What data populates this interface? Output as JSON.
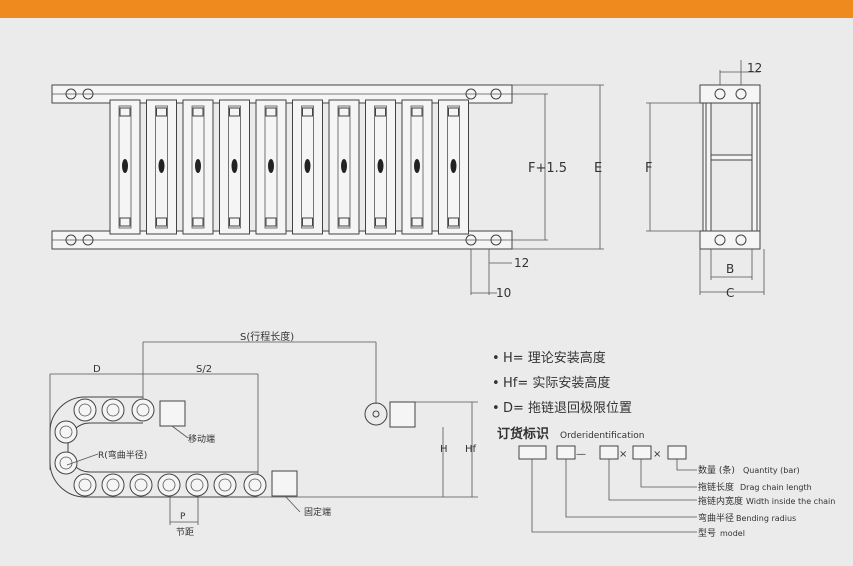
{
  "top_view": {
    "dim_f_plus": "F+1.5",
    "dim_e": "E",
    "dim_12": "12",
    "dim_10": "10"
  },
  "side_view": {
    "dim_12": "12",
    "dim_f": "F",
    "dim_b": "B",
    "dim_c": "C"
  },
  "install": {
    "dim_s": "S(行程长度)",
    "dim_d": "D",
    "dim_s2": "S/2",
    "label_moving": "移动端",
    "label_radius": "R(弯曲半径)",
    "label_fixed": "固定端",
    "dim_p": "P",
    "label_pitch": "节距",
    "dim_h": "H",
    "dim_hf": "Hf"
  },
  "legend": [
    {
      "bullet": "•",
      "text": "H= 理论安装高度"
    },
    {
      "bullet": "•",
      "text": "Hf= 实际安装高度"
    },
    {
      "bullet": "•",
      "text": "D= 拖链退回极限位置"
    }
  ],
  "order": {
    "title_cn": "订货标识",
    "title_en": "Orderidentification",
    "labels": [
      {
        "cn": "数量 (条)",
        "en": "Quantity (bar)"
      },
      {
        "cn": "拖链长度",
        "en": "Drag chain length"
      },
      {
        "cn": "拖链内宽度",
        "en": "Width inside the chain"
      },
      {
        "cn": "弯曲半径",
        "en": "Bending radius"
      },
      {
        "cn": "型号",
        "en": "model"
      }
    ],
    "separators": [
      "—",
      "×",
      "×"
    ]
  }
}
